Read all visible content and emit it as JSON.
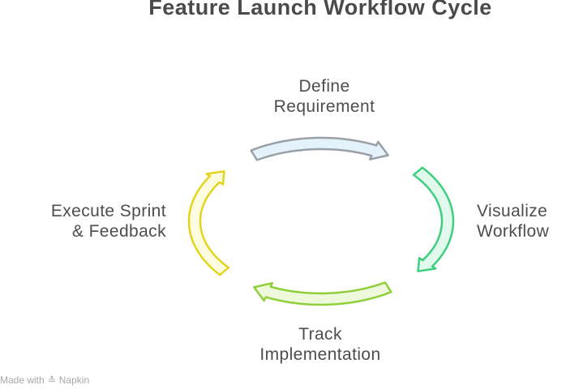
{
  "title": "Feature Launch Workflow Cycle",
  "steps": [
    {
      "label_line1": "Define",
      "label_line2": "Requirement",
      "color_stroke": "#9aa0a6",
      "color_fill": "#e3f2fb"
    },
    {
      "label_line1": "Visualize",
      "label_line2": "Workflow",
      "color_stroke": "#3ecf7e",
      "color_fill": "#e2f9ee"
    },
    {
      "label_line1": "Track",
      "label_line2": "Implementation",
      "color_stroke": "#8fcf3a",
      "color_fill": "#eef9dc"
    },
    {
      "label_line1": "Execute Sprint",
      "label_line2": "& Feedback",
      "color_stroke": "#e3d41c",
      "color_fill": "#fdfbe0"
    }
  ],
  "footer": {
    "made_with": "Made with",
    "brand": "Napkin",
    "logo_icon": "napkin-logo-icon"
  }
}
